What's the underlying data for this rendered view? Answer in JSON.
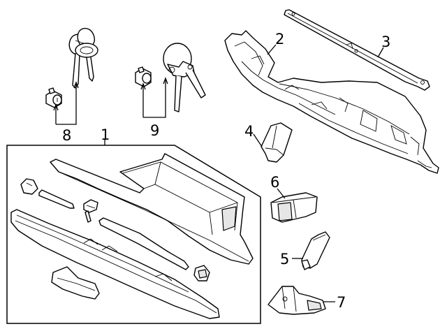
{
  "callouts": {
    "c1": "1",
    "c2": "2",
    "c3": "3",
    "c4": "4",
    "c5": "5",
    "c6": "6",
    "c7": "7",
    "c8": "8",
    "c9": "9"
  },
  "colors": {
    "line": "#000000",
    "fill": "#ffffff",
    "shade": "#e6e6e6",
    "background": "#ffffff"
  }
}
